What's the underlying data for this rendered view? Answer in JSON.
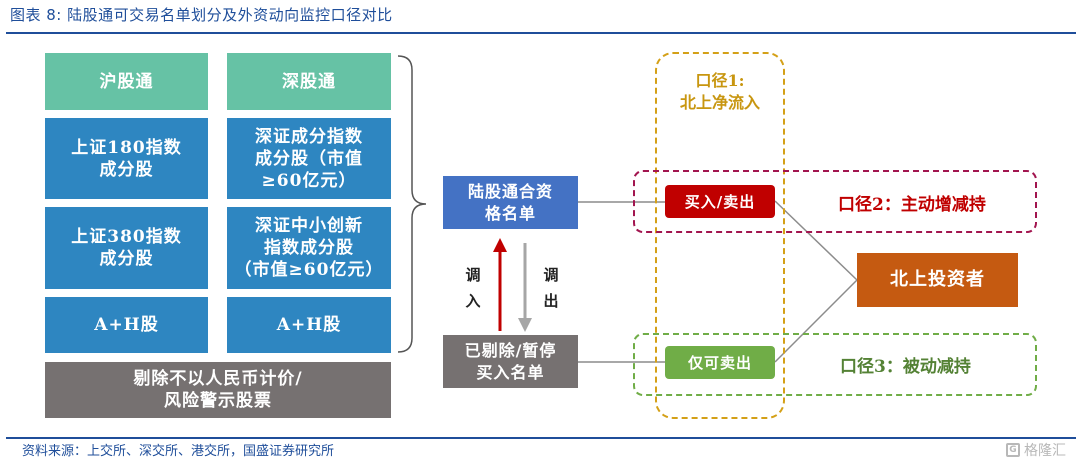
{
  "header": {
    "title": "图表 8:  陆股通可交易名单划分及外资动向监控口径对比"
  },
  "left_grid": {
    "columns": [
      {
        "head": "沪股通",
        "cells": [
          [
            "上证180指数",
            "成分股"
          ],
          [
            "上证380指数",
            "成分股"
          ],
          [
            "A+H股"
          ]
        ]
      },
      {
        "head": "深股通",
        "cells": [
          [
            "深证成分指数",
            "成分股（市值",
            "≥60亿元）"
          ],
          [
            "深证中小创新",
            "指数成分股",
            "（市值≥60亿元）"
          ],
          [
            "A+H股"
          ]
        ]
      }
    ],
    "exclusion": [
      "剔除不以人民币计价/",
      "风险警示股票"
    ]
  },
  "middle": {
    "eligible_list": [
      "陆股通合资",
      "格名单"
    ],
    "suspended_list": [
      "已剔除/暂停",
      "买入名单"
    ],
    "transfer_in": [
      "调",
      "入"
    ],
    "transfer_out": [
      "调",
      "出"
    ]
  },
  "right": {
    "caliber1": [
      "口径1:",
      "北上净流入"
    ],
    "caliber2": "口径2：主动增减持",
    "caliber3": "口径3：被动减持",
    "buy_sell": "买入/卖出",
    "sell_only": "仅可卖出",
    "investor": "北上投资者"
  },
  "colors": {
    "title_blue": "#1f4e9a",
    "head_green": "#66c2a5",
    "cell_blue": "#2e86c1",
    "list_blue": "#4472c4",
    "gray": "#767171",
    "red": "#c00000",
    "green": "#70ad47",
    "orange": "#c55a11",
    "gold": "#d4a017",
    "magenta_dash": "#a2154f"
  },
  "footer": {
    "source": "资料来源：上交所、深交所、港交所，国盛证券研究所",
    "watermark": "格隆汇"
  }
}
